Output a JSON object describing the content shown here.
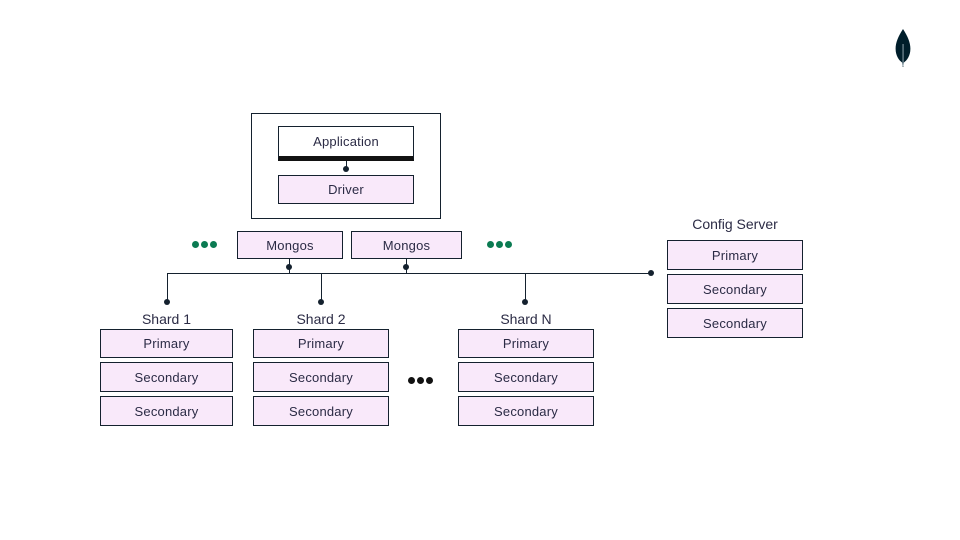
{
  "logo": {
    "name": "mongodb-leaf"
  },
  "app_stack": {
    "application_label": "Application",
    "driver_label": "Driver"
  },
  "mongos_row": {
    "left_ellipsis": "•••",
    "boxes": [
      "Mongos",
      "Mongos"
    ],
    "right_ellipsis": "•••"
  },
  "config_server": {
    "title": "Config Server",
    "nodes": [
      "Primary",
      "Secondary",
      "Secondary"
    ]
  },
  "shards": [
    {
      "label": "Shard 1",
      "nodes": [
        "Primary",
        "Secondary",
        "Secondary"
      ]
    },
    {
      "label": "Shard 2",
      "nodes": [
        "Primary",
        "Secondary",
        "Secondary"
      ]
    },
    {
      "label": "Shard N",
      "nodes": [
        "Primary",
        "Secondary",
        "Secondary"
      ]
    }
  ],
  "shard_ellipsis": "•••",
  "colors": {
    "ink": "#14212e",
    "text": "#2b2b45",
    "pink": "#f9e9fa",
    "green": "#0b7b52",
    "black": "#121212",
    "leaf": "#001e2b"
  }
}
